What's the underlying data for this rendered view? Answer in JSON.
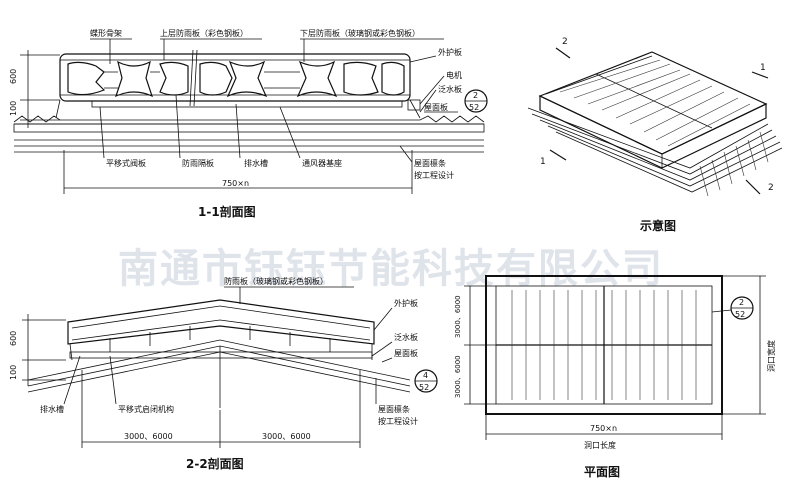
{
  "watermark": "南通市钰钰节能科技有限公司",
  "section11": {
    "title": "1-1剖面图",
    "labels": {
      "butterfly_frame": "蝶形骨架",
      "upper_rain_panel": "上层防雨板（彩色钢板）",
      "lower_rain_panel": "下层防雨板（玻璃钢或彩色钢板）",
      "outer_guard": "外护板",
      "motor": "电机",
      "flashing": "泛水板",
      "roof_panel": "屋面板",
      "sliding_valve": "平移式阀板",
      "rain_divider": "防雨隔板",
      "drain_gutter": "排水槽",
      "vent_base": "通风器基座",
      "purlin_1": "屋面檩条",
      "purlin_2": "按工程设计"
    },
    "dims": {
      "height": "600",
      "base": "100",
      "width": "750×n"
    },
    "callout": {
      "top": "2",
      "bottom": "52"
    }
  },
  "schematic": {
    "title": "示意图",
    "marks": [
      "2",
      "1",
      "1",
      "2"
    ]
  },
  "section22": {
    "title": "2-2剖面图",
    "labels": {
      "rain_panel": "防雨板（玻璃钢或彩色钢板）",
      "outer_guard": "外护板",
      "flashing": "泛水板",
      "roof_panel": "屋面板",
      "drain_gutter": "排水槽",
      "mechanism": "平移式启闭机构",
      "purlin_1": "屋面檩条",
      "purlin_2": "按工程设计"
    },
    "dims": {
      "height": "600",
      "base": "100",
      "span_left": "3000、6000",
      "span_right": "3000、6000"
    },
    "callout": {
      "top": "4",
      "bottom": "52"
    }
  },
  "plan": {
    "title": "平面图",
    "dim_side_top": "3000、6000",
    "dim_side_bottom": "3000、6000",
    "side_label": "洞口宽度",
    "width": "750×n",
    "bottom_label": "洞口长度",
    "callout": {
      "top": "2",
      "bottom": "52"
    }
  }
}
